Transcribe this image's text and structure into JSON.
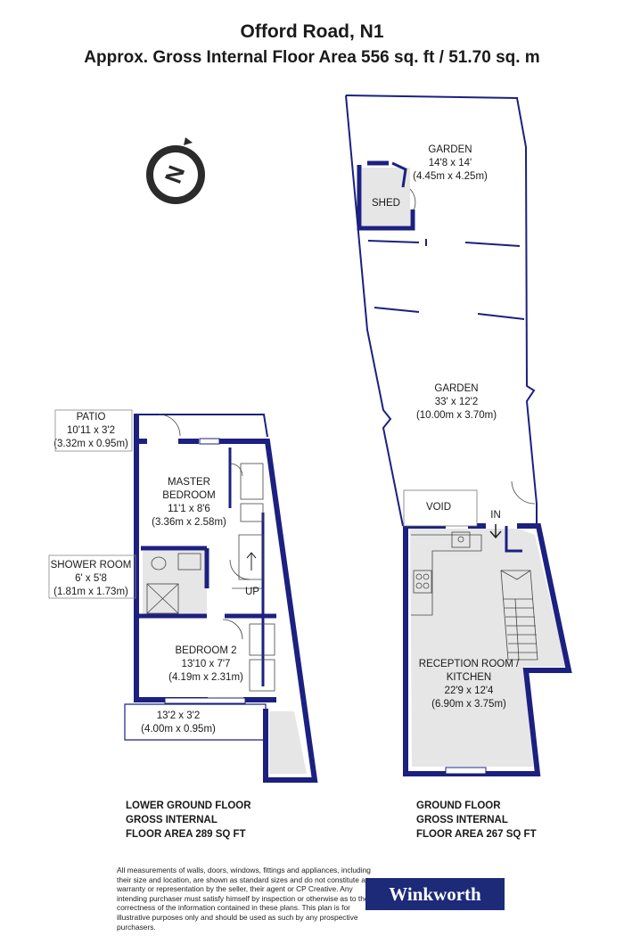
{
  "header": {
    "title": "Offord Road, N1",
    "subtitle": "Approx. Gross Internal Floor Area 556 sq. ft / 51.70 sq. m"
  },
  "rooms": {
    "garden_upper": {
      "name": "GARDEN",
      "dims": "14'8 x 14'",
      "metric": "(4.45m x 4.25m)"
    },
    "shed": {
      "name": "SHED"
    },
    "garden_lower": {
      "name": "GARDEN",
      "dims": "33' x 12'2",
      "metric": "(10.00m x 3.70m)"
    },
    "void": {
      "name": "VOID"
    },
    "in": {
      "name": "IN"
    },
    "reception": {
      "name1": "RECEPTION ROOM /",
      "name2": "KITCHEN",
      "dims": "22'9 x 12'4",
      "metric": "(6.90m x 3.75m)"
    },
    "patio": {
      "name": "PATIO",
      "dims": "10'11 x 3'2",
      "metric": "(3.32m x 0.95m)"
    },
    "master": {
      "name1": "MASTER",
      "name2": "BEDROOM",
      "dims": "11'1 x 8'6",
      "metric": "(3.36m x 2.58m)"
    },
    "shower": {
      "name": "SHOWER ROOM",
      "dims": "6' x 5'8",
      "metric": "(1.81m x 1.73m)"
    },
    "up": {
      "name": "UP"
    },
    "bedroom2": {
      "name": "BEDROOM 2",
      "dims": "13'10 x 7'7",
      "metric": "(4.19m x 2.31m)"
    },
    "lower_area": {
      "dims": "13'2 x 3'2",
      "metric": "(4.00m x 0.95m)"
    }
  },
  "floors": {
    "lower": {
      "line1": "LOWER GROUND FLOOR",
      "line2": "GROSS INTERNAL",
      "line3": "FLOOR AREA 289 SQ FT"
    },
    "ground": {
      "line1": "GROUND FLOOR",
      "line2": "GROSS INTERNAL",
      "line3": "FLOOR AREA 267 SQ FT"
    }
  },
  "compass": {
    "letter": "N",
    "icon": "compass-icon"
  },
  "disclaimer": "All measurements of walls, doors, windows, fittings and appliances, including their size and location, are shown as standard sizes and do not constitute any warranty or representation by the seller, their agent or CP Creative. Any intending purchaser must satisfy himself by inspection or otherwise as to the correctness of the information contained in these plans. This plan is for illustrative purposes only and should be used as such by any prospective purchasers.",
  "brand": {
    "name": "Winkworth",
    "color": "#1c2a78"
  },
  "colors": {
    "wall": "#1c2080",
    "floor": "#e6e6e6"
  }
}
